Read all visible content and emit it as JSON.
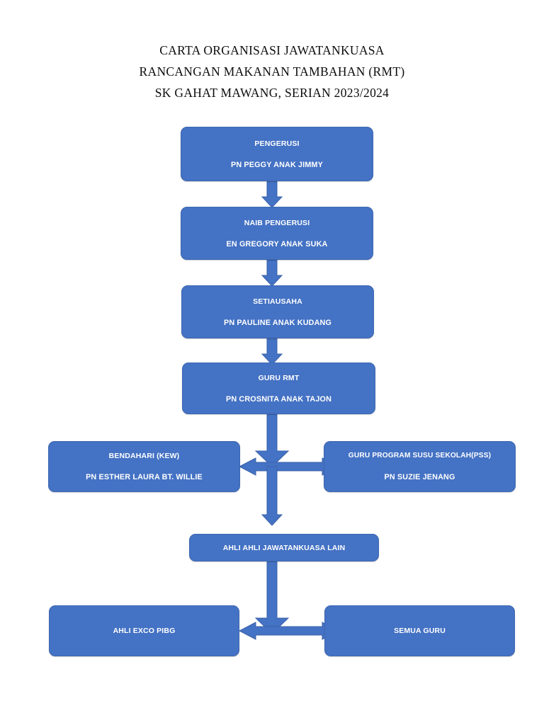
{
  "document": {
    "title_lines": [
      "CARTA ORGANISASI JAWATANKUASA",
      "RANCANGAN MAKANAN TAMBAHAN (RMT)",
      "SK GAHAT MAWANG, SERIAN 2023/2024"
    ]
  },
  "colors": {
    "node_fill": "#4472C4",
    "node_border": "#3D67B2",
    "arrow_fill": "#4472C4",
    "arrow_stroke": "#3A61A8",
    "node_text": "#FFFFFF",
    "title_text": "#0D0D0D",
    "page_background": "#FFFFFF"
  },
  "nodes": {
    "pengerusi": {
      "role": "PENGERUSI",
      "person": "PN PEGGY ANAK JIMMY"
    },
    "naib_pengerusi": {
      "role": "NAIB PENGERUSI",
      "person": "EN GREGORY ANAK SUKA"
    },
    "setiausaha": {
      "role": "SETIAUSAHA",
      "person": "PN PAULINE ANAK KUDANG"
    },
    "guru_rmt": {
      "role": "GURU RMT",
      "person": "PN CROSNITA ANAK TAJON"
    },
    "bendahari": {
      "role": "BENDAHARI (KEW)",
      "person": "PN ESTHER LAURA BT. WILLIE"
    },
    "guru_pss": {
      "role": "GURU PROGRAM SUSU SEKOLAH(PSS)",
      "person": "PN SUZIE JENANG"
    },
    "ahli_lain": {
      "role": "AHLI AHLI JAWATANKUASA LAIN"
    },
    "ahli_exco_pibg": {
      "role": "AHLI EXCO PIBG"
    },
    "semua_guru": {
      "role": "SEMUA GURU"
    }
  },
  "connectors": [
    {
      "name": "pengerusi-to-naib-pengerusi",
      "type": "arrow-down"
    },
    {
      "name": "naib-pengerusi-to-setiausaha",
      "type": "arrow-down"
    },
    {
      "name": "setiausaha-to-guru-rmt",
      "type": "arrow-down"
    },
    {
      "name": "guru-rmt-to-committee-row",
      "type": "arrow-down"
    },
    {
      "name": "bendahari-to-guru-pss",
      "type": "arrow-double-horizontal"
    },
    {
      "name": "committee-row-to-ahli-lain",
      "type": "arrow-down"
    },
    {
      "name": "ahli-lain-to-bottom-row",
      "type": "arrow-down"
    },
    {
      "name": "ahli-exco-pibg-to-semua-guru",
      "type": "arrow-double-horizontal"
    }
  ]
}
